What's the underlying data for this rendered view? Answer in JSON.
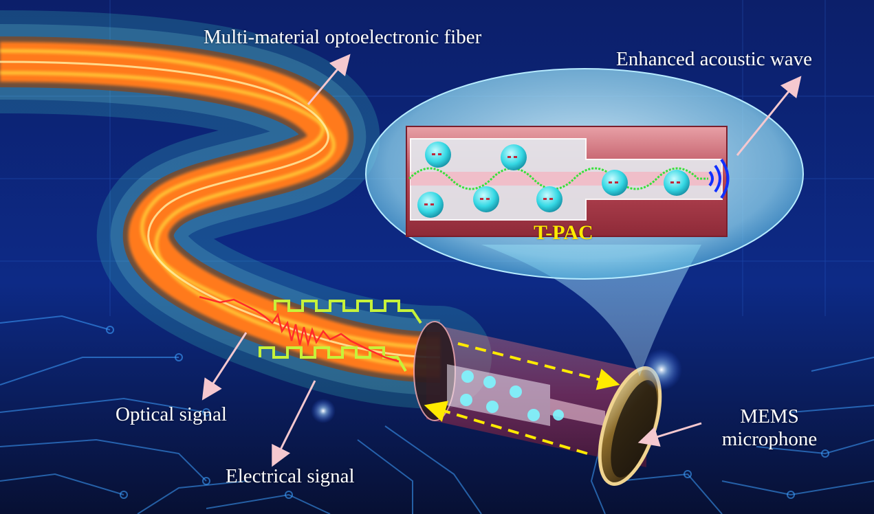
{
  "labels": {
    "fiber": "Multi-material optoelectronic fiber",
    "acoustic": "Enhanced acoustic wave",
    "optical": "Optical signal",
    "electrical": "Electrical signal",
    "mems_line1": "MEMS",
    "mems_line2": "microphone",
    "cell": "T-PAC"
  },
  "colors": {
    "background_top": "#0c1f6a",
    "background_bottom": "#081238",
    "fiber_core": "#ff7a1a",
    "fiber_glow": "#ffd23a",
    "fiber_sheath": "#3fd3c6",
    "cell_label": "#ffea00",
    "electrical_trace": "#c6f23a",
    "optical_trace": "#ff2a2a",
    "acoustic_wave": "#37e03a",
    "sound_arc": "#1030ff",
    "particle": "#35d8e4",
    "arrow": "#f5c8cf",
    "flow_arrow": "#ffea00"
  },
  "icons": [
    "sound-wave-icon",
    "particle-icon",
    "arrow-icon"
  ]
}
